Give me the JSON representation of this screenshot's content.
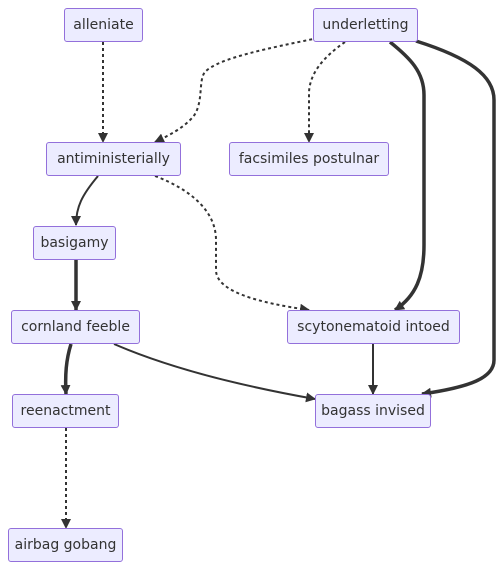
{
  "diagram": {
    "nodes": {
      "alleniate": "alleniate",
      "underletting": "underletting",
      "antiministerially": "antiministerially",
      "facsimiles_postulnar": "facsimiles postulnar",
      "basigamy": "basigamy",
      "cornland_feeble": "cornland feeble",
      "scytonematoid_intoed": "scytonematoid intoed",
      "reenactment": "reenactment",
      "bagass_invised": "bagass invised",
      "airbag_gobang": "airbag gobang"
    },
    "edges": [
      {
        "from": "alleniate",
        "to": "antiministerially",
        "style": "dotted"
      },
      {
        "from": "underletting",
        "to": "antiministerially",
        "style": "dotted"
      },
      {
        "from": "underletting",
        "to": "facsimiles_postulnar",
        "style": "dotted"
      },
      {
        "from": "underletting",
        "to": "scytonematoid_intoed",
        "style": "thick"
      },
      {
        "from": "underletting",
        "to": "bagass_invised",
        "style": "thick"
      },
      {
        "from": "antiministerially",
        "to": "basigamy",
        "style": "normal"
      },
      {
        "from": "antiministerially",
        "to": "scytonematoid_intoed",
        "style": "dotted"
      },
      {
        "from": "basigamy",
        "to": "cornland_feeble",
        "style": "thick"
      },
      {
        "from": "cornland_feeble",
        "to": "reenactment",
        "style": "thick"
      },
      {
        "from": "cornland_feeble",
        "to": "bagass_invised",
        "style": "normal"
      },
      {
        "from": "scytonematoid_intoed",
        "to": "bagass_invised",
        "style": "normal"
      },
      {
        "from": "reenactment",
        "to": "airbag_gobang",
        "style": "dotted"
      }
    ],
    "colors": {
      "node_fill": "#ececff",
      "node_border": "#9370db",
      "text": "#333333",
      "edge": "#333333"
    }
  }
}
